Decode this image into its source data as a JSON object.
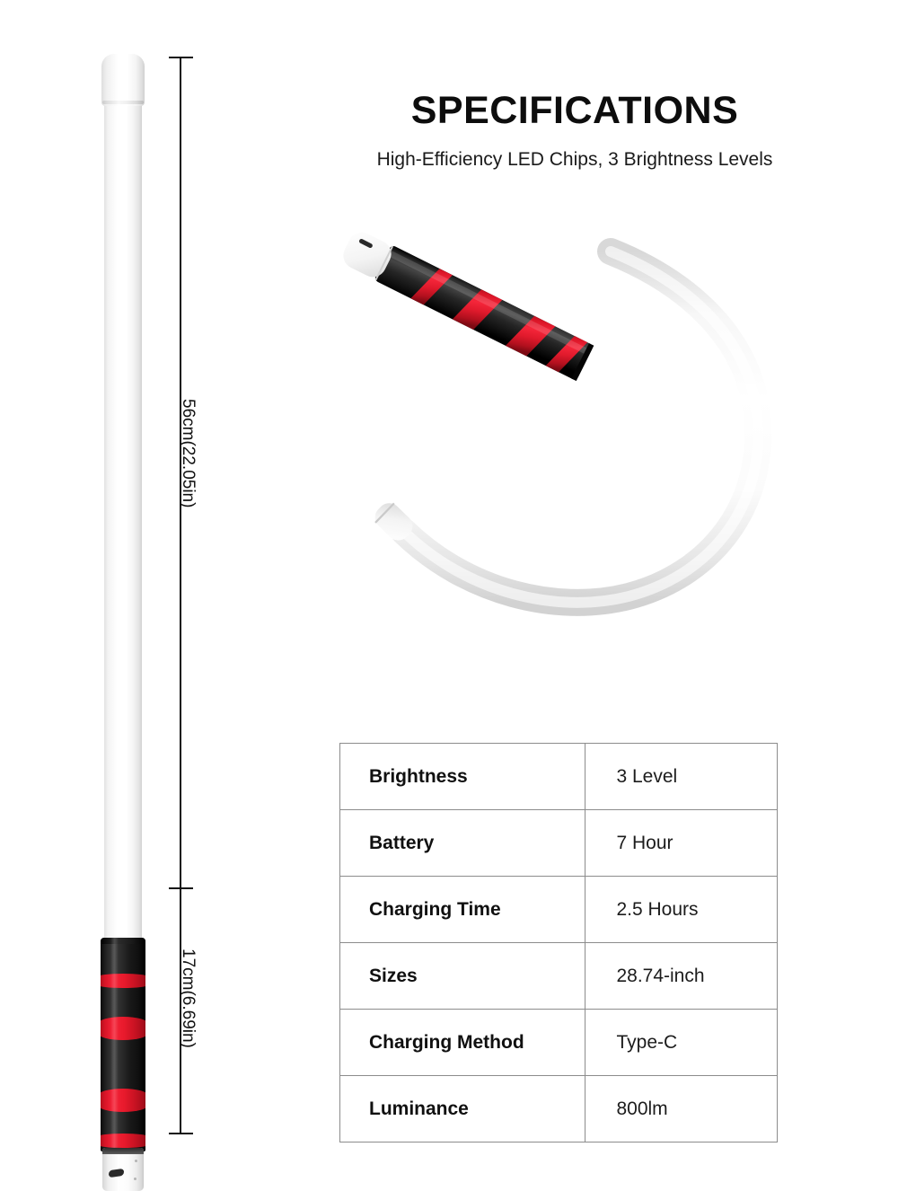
{
  "header": {
    "title": "SPECIFICATIONS",
    "subtitle": "High-Efficiency LED Chips, 3 Brightness Levels"
  },
  "dimensions": {
    "upper_label": "56cm(22.05in)",
    "lower_label": "17cm(6.69in)"
  },
  "spec_table": {
    "rows": [
      {
        "label": "Brightness",
        "value": "3 Level"
      },
      {
        "label": "Battery",
        "value": "7 Hour"
      },
      {
        "label": "Charging Time",
        "value": "2.5 Hours"
      },
      {
        "label": "Sizes",
        "value": "28.74-inch"
      },
      {
        "label": "Charging Method",
        "value": "Type-C"
      },
      {
        "label": "Luminance",
        "value": "800lm"
      }
    ]
  },
  "product": {
    "straight_view_name": "straight-led-tube-light",
    "curved_view_name": "flexible-curved-led-tube-light",
    "icons": {
      "usb_c_port": "usb-c-port-icon"
    }
  },
  "colors": {
    "background": "#ffffff",
    "text": "#111111",
    "accent_red": "#e81a2c",
    "handle_black": "#1a1a1a",
    "tube_white": "#ffffff",
    "table_border": "#8c8c8c"
  }
}
